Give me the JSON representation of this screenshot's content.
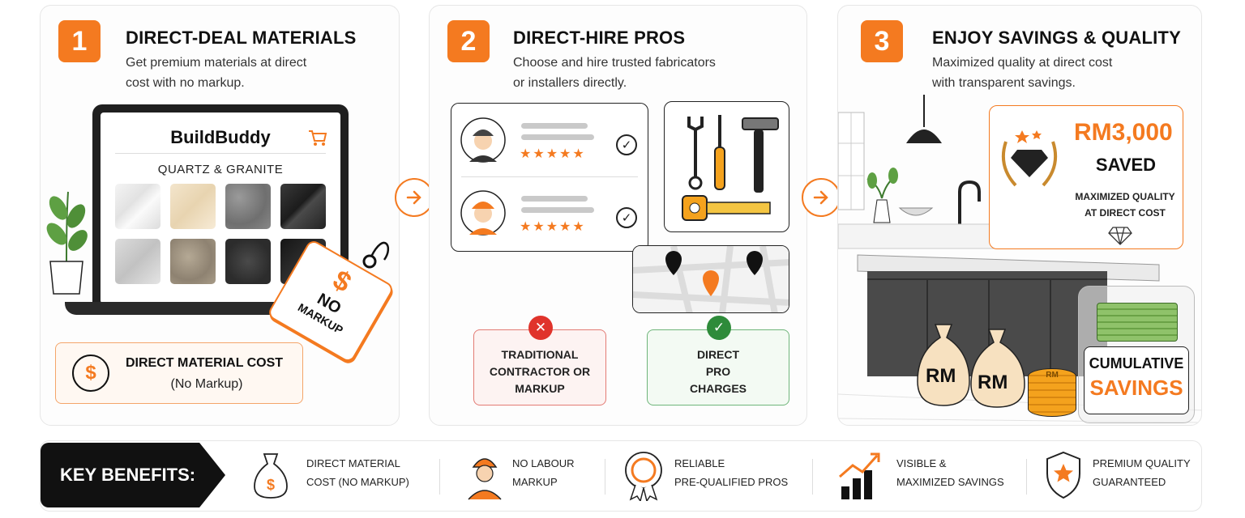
{
  "steps": [
    {
      "number": "1",
      "title": "DIRECT-DEAL MATERIALS",
      "desc_line1": "Get premium materials at direct",
      "desc_line2": "cost with no markup."
    },
    {
      "number": "2",
      "title": "DIRECT-HIRE PROS",
      "desc_line1": "Choose and hire trusted fabricators",
      "desc_line2": "or installers directly."
    },
    {
      "number": "3",
      "title": "ENJOY SAVINGS & QUALITY",
      "desc_line1": "Maximized quality at direct cost",
      "desc_line2": "with transparent savings."
    }
  ],
  "laptop": {
    "brand": "BuildBuddy",
    "category": "QUARTZ & GRANITE"
  },
  "tag": {
    "symbol": "$",
    "line1": "NO",
    "line2": "MARKUP"
  },
  "cost_box": {
    "symbol": "$",
    "line1": "DIRECT MATERIAL COST",
    "line2": "(No Markup)"
  },
  "pros": {
    "stars": "★★★★★",
    "check": "✓"
  },
  "compare": {
    "traditional": {
      "icon": "✕",
      "line1": "TRADITIONAL",
      "line2": "CONTRACTOR OR",
      "line3": "MARKUP"
    },
    "direct": {
      "icon": "✓",
      "line1": "DIRECT",
      "line2": "PRO",
      "line3": "CHARGES"
    }
  },
  "savings": {
    "amount": "RM3,000",
    "saved": "SAVED",
    "line1": "MAXIMIZED QUALITY",
    "line2": "AT DIRECT COST"
  },
  "bags": {
    "left": "RM",
    "right": "RM",
    "coin": "RM"
  },
  "cumulative": {
    "line1": "CUMULATIVE",
    "line2": "SAVINGS"
  },
  "benefits": {
    "title": "KEY BENEFITS:",
    "items": [
      {
        "line1": "DIRECT MATERIAL",
        "line2": "COST  (NO MARKUP)"
      },
      {
        "line1": "NO LABOUR",
        "line2": "MARKUP"
      },
      {
        "line1": "RELIABLE",
        "line2": "PRE-QUALIFIED PROS"
      },
      {
        "line1": "VISIBLE &",
        "line2": "MAXIMIZED SAVINGS"
      },
      {
        "line1": "PREMIUM QUALITY",
        "line2": "GUARANTEED"
      }
    ]
  },
  "colors": {
    "accent": "#f47a20",
    "dark": "#111111",
    "red": "#e0332b",
    "green": "#2e8b3a"
  }
}
